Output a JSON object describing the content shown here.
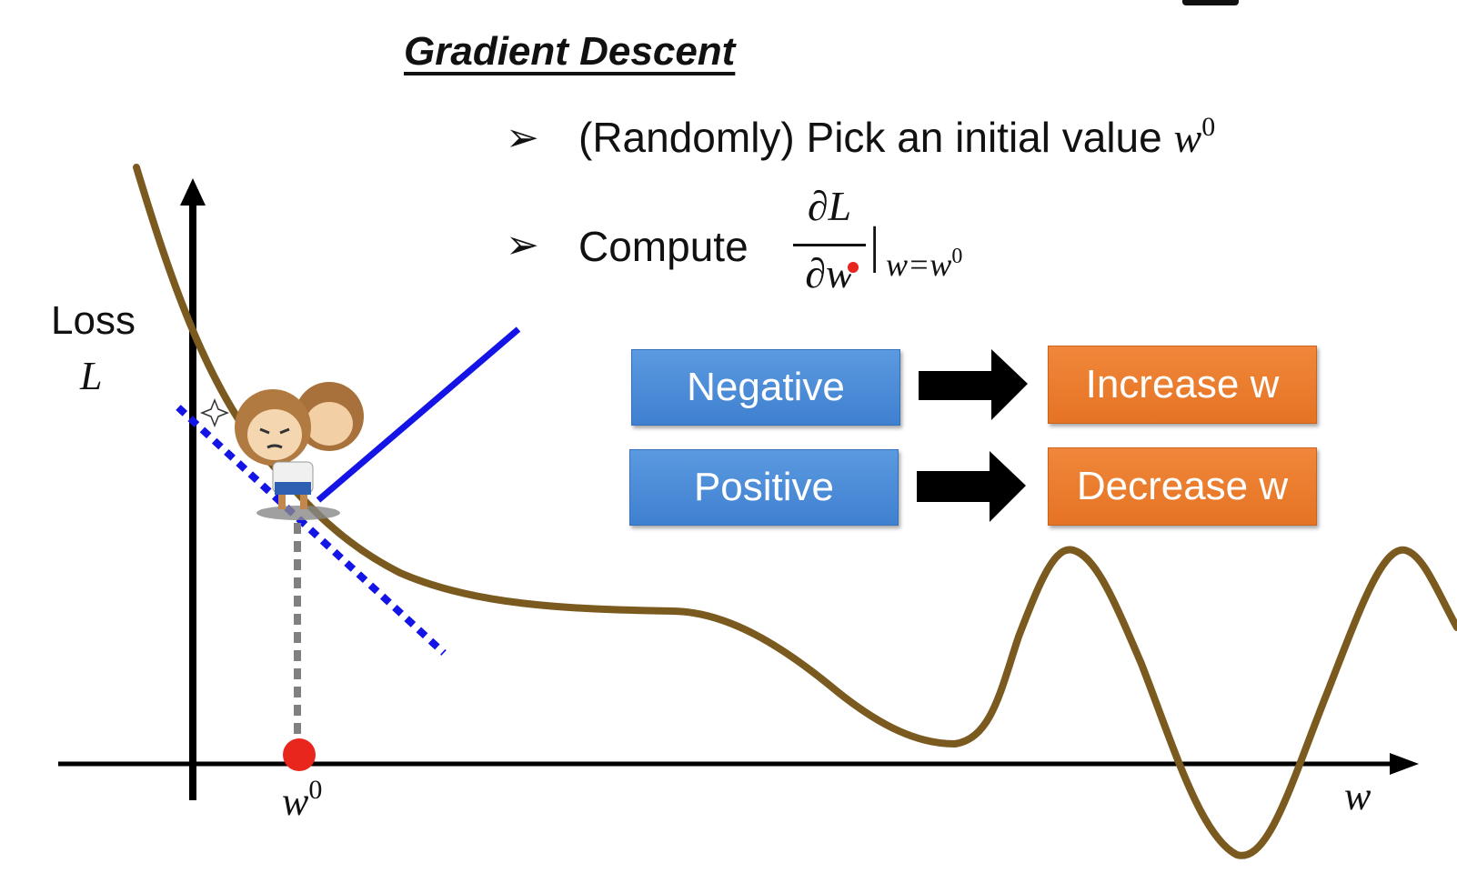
{
  "title": "Gradient Descent",
  "bullets": [
    {
      "marker": "➢",
      "text": "(Randomly) Pick an initial value ",
      "math": "w",
      "sup": "0"
    },
    {
      "marker": "➢",
      "text": "Compute",
      "numerator": "∂L",
      "denominator": "∂w",
      "bar": "|",
      "subscript": "w=w",
      "subscript_sup": "0"
    }
  ],
  "rules": [
    {
      "condition": "Negative",
      "action": "Increase w"
    },
    {
      "condition": "Positive",
      "action": "Decrease w"
    }
  ],
  "axes": {
    "y_label_line1": "Loss",
    "y_label_line2": "L",
    "x_label": "w",
    "point_label": "w",
    "point_label_sup": "0"
  },
  "colors": {
    "curve": "#7a5a1e",
    "tangent": "#1414e6",
    "point": "#e8261e",
    "negative_box": "#4a8ad8",
    "action_box": "#ec7a2e"
  },
  "icons": [
    "monkey-mascot-icon",
    "arrow-right-icon",
    "bullet-arrow-icon"
  ]
}
